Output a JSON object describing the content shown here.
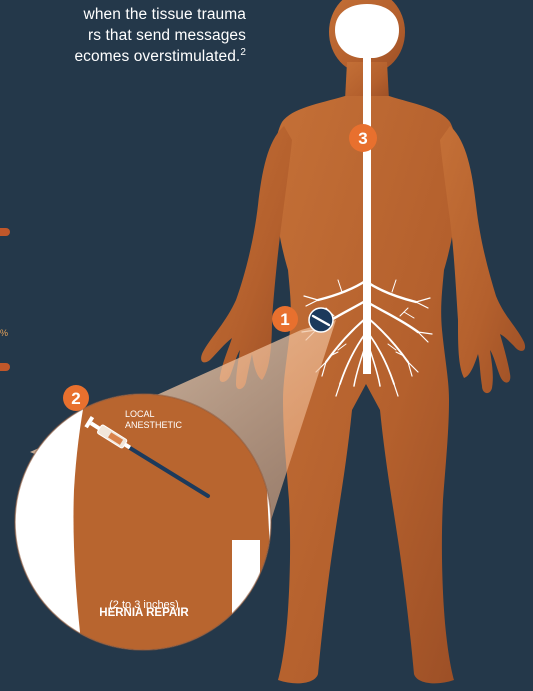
{
  "intro": {
    "line1": "when the tissue trauma",
    "line2": "rs that send messages",
    "line3": "ecomes overstimulated.",
    "line3_sup": "2"
  },
  "left_edge": {
    "fragment_1": "",
    "fragment_2": "%"
  },
  "markers": [
    {
      "number": "1"
    },
    {
      "number": "2"
    },
    {
      "number": "3"
    }
  ],
  "inset": {
    "syringe_label_line1": "LOCAL",
    "syringe_label_line2": "ANESTHETIC",
    "incision_size": "(2 to 3 inches)",
    "procedure_label": "HERNIA REPAIR"
  },
  "colors": {
    "background": "#24384a",
    "skin": "#b8652f",
    "marker": "#e8702e",
    "needle": "#1c3a5c"
  }
}
